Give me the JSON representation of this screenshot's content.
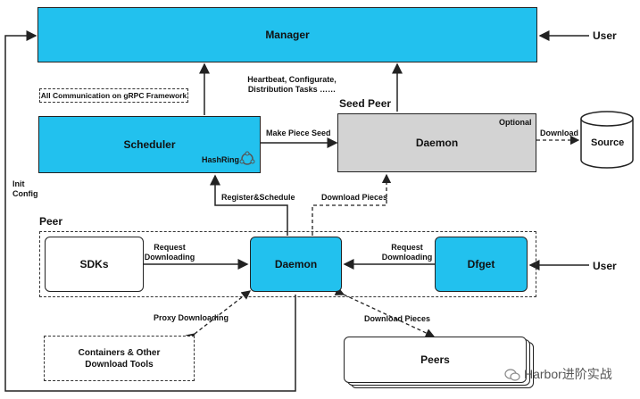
{
  "manager": {
    "label": "Manager"
  },
  "scheduler": {
    "label": "Scheduler",
    "hashring": "HashRing"
  },
  "seed_peer": {
    "title": "Seed Peer",
    "daemon": "Daemon",
    "optional": "Optional"
  },
  "source": {
    "label": "Source"
  },
  "grpc_note": "All Communication on gRPC Framework",
  "labels": {
    "heartbeat_1": "Heartbeat, Configurate,",
    "heartbeat_2": "Distribution Tasks ……",
    "make_piece_seed": "Make Piece Seed",
    "download": "Download",
    "register_schedule": "Register&Schedule",
    "download_pieces_seed": "Download Pieces",
    "init_1": "Init",
    "init_2": "Config",
    "request_dl_left_1": "Request",
    "request_dl_left_2": "Downloading",
    "request_dl_right_1": "Request",
    "request_dl_right_2": "Downloading",
    "proxy_downloading": "Proxy Downloading",
    "download_pieces_peers": "Download Pieces"
  },
  "peer": {
    "title": "Peer",
    "sdks": "SDKs",
    "daemon": "Daemon",
    "dfget": "Dfget"
  },
  "containers": {
    "line1": "Containers & Other",
    "line2": "Download Tools"
  },
  "peers": {
    "label": "Peers"
  },
  "users": {
    "top": "User",
    "bottom": "User"
  },
  "watermark": {
    "text": "Harbor进阶实战"
  },
  "colors": {
    "cyan": "#22c1ee",
    "gray": "#d3d3d3",
    "line": "#222222"
  }
}
